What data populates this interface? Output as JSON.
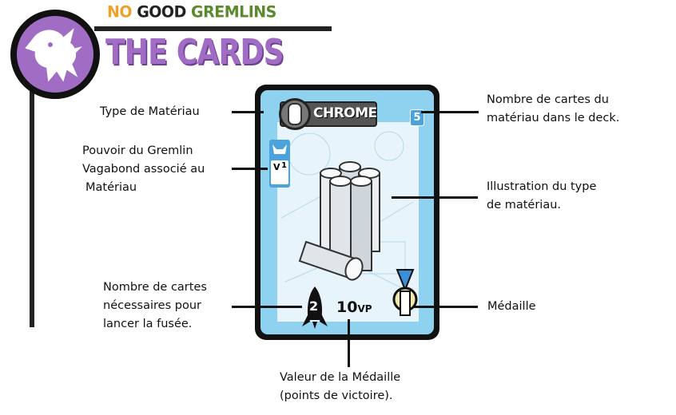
{
  "header": {
    "brand_word1": "NO",
    "brand_word2": "GOOD",
    "brand_word3": "GREMLINS",
    "section_title": "THE CARDS"
  },
  "card": {
    "material_name": "CHROME",
    "deck_count": "5",
    "power_fraction": "1",
    "power_letter": "V",
    "rocket_count": "2",
    "vp_number": "10",
    "vp_unit": "VP"
  },
  "annotations": {
    "material_type": "Type de Matériau",
    "deck_count_1": "Nombre de cartes du",
    "deck_count_2": "matériau dans le deck.",
    "power_1": "Pouvoir du Gremlin",
    "power_2": "Vagabond associé au",
    "power_3": "Matériau",
    "illustration_1": "Illustration du type",
    "illustration_2": "de matériau.",
    "rocket_1": "Nombre de cartes",
    "rocket_2": "nécessaires pour",
    "rocket_3": "lancer la fusée.",
    "medal": "Médaille",
    "medal_value_1": "Valeur de la Médaille",
    "medal_value_2": "(points de victoire)."
  },
  "colors": {
    "purple": "#a06cc4",
    "orange": "#f0a12a",
    "green": "#5a8a2c",
    "card_blue": "#8ed2ef"
  }
}
